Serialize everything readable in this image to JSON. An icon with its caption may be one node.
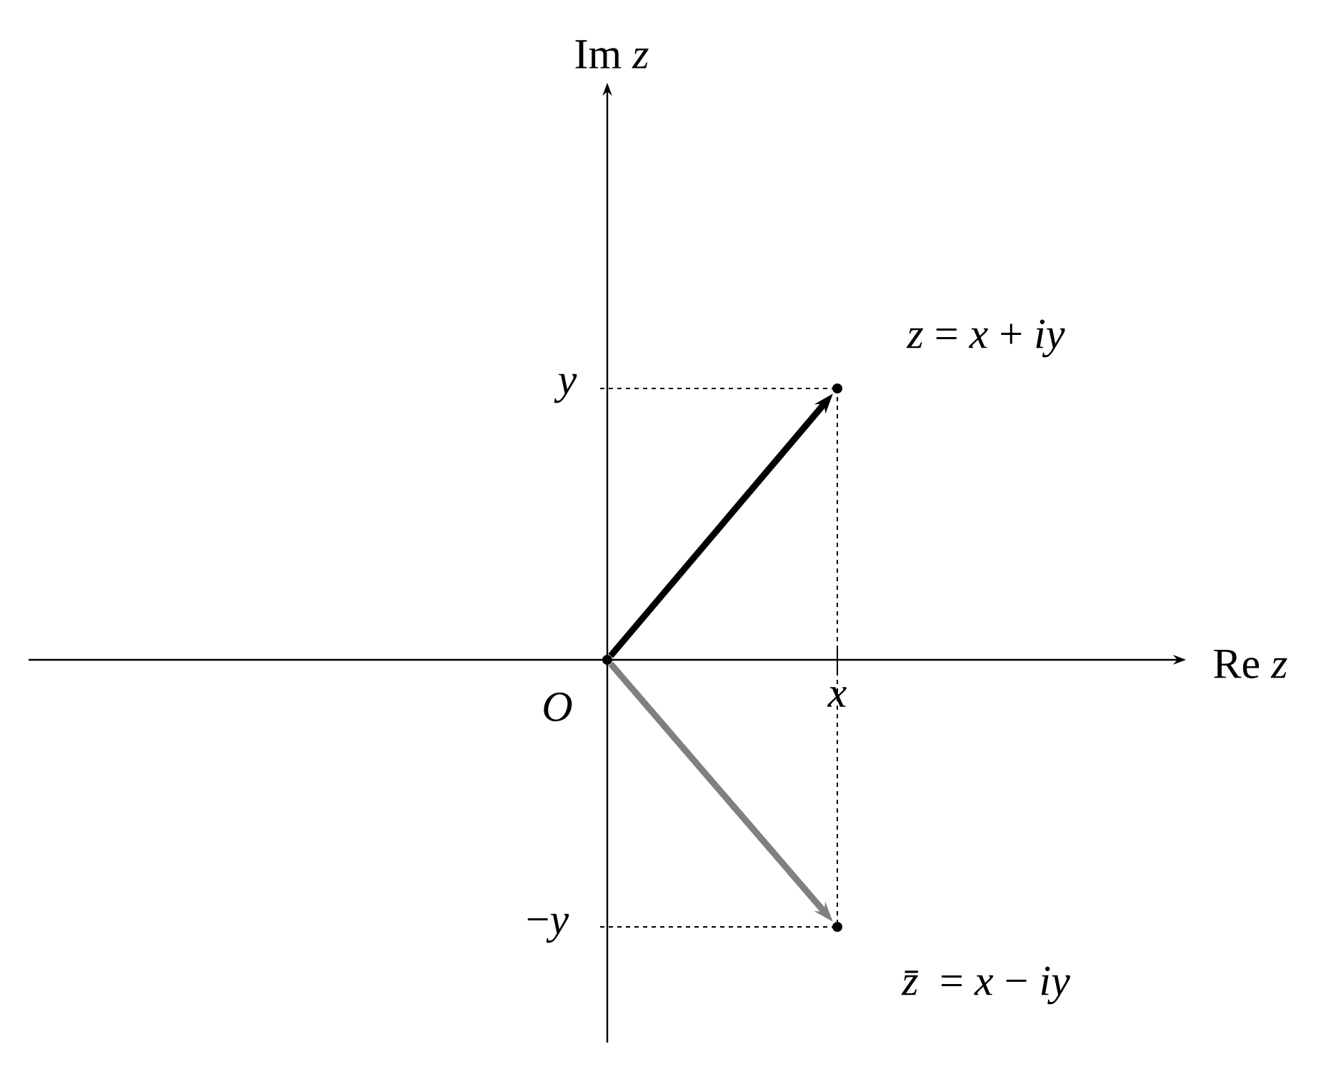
{
  "diagram": {
    "nodes": [
      {
        "text": [],
        "shape": "circle",
        "beside": [
          "*O*"
        ]
      },
      {
        "text": [],
        "shape": "circle",
        "beside": [
          "*z* = *x* + *iy*"
        ]
      },
      {
        "text": [],
        "shape": "circle",
        "beside": [
          "*z̄* = *x* − *iy*"
        ]
      }
    ],
    "edges": [
      {
        "from": 0,
        "to": 1,
        "arrow": "to"
      },
      {
        "from": 0,
        "to": 2,
        "arrow": "to",
        "color": "#808080"
      }
    ],
    "labels": [
      "Im *z*",
      "*y*",
      "Re *z*",
      "*x*",
      "−*y*"
    ]
  }
}
